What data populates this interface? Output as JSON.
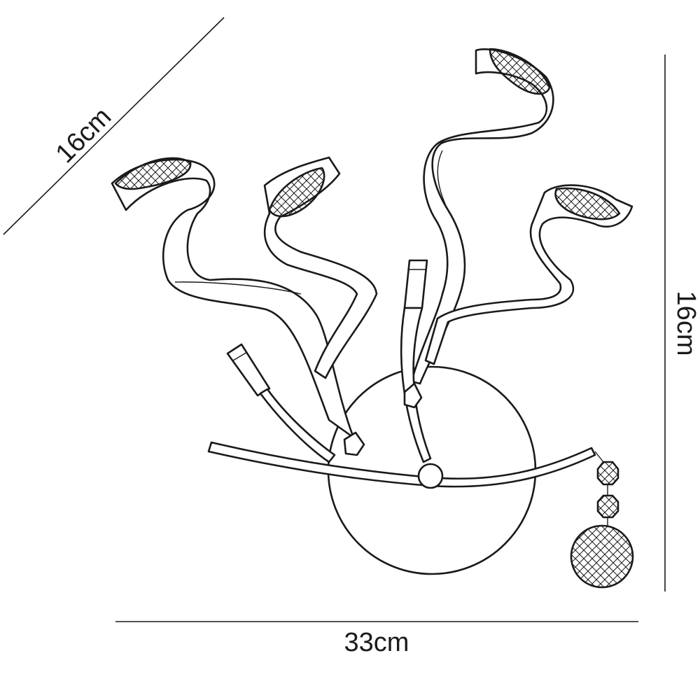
{
  "dimensions": {
    "diagonal_label": "16cm",
    "vertical_label": "16cm",
    "horizontal_label": "33cm"
  }
}
